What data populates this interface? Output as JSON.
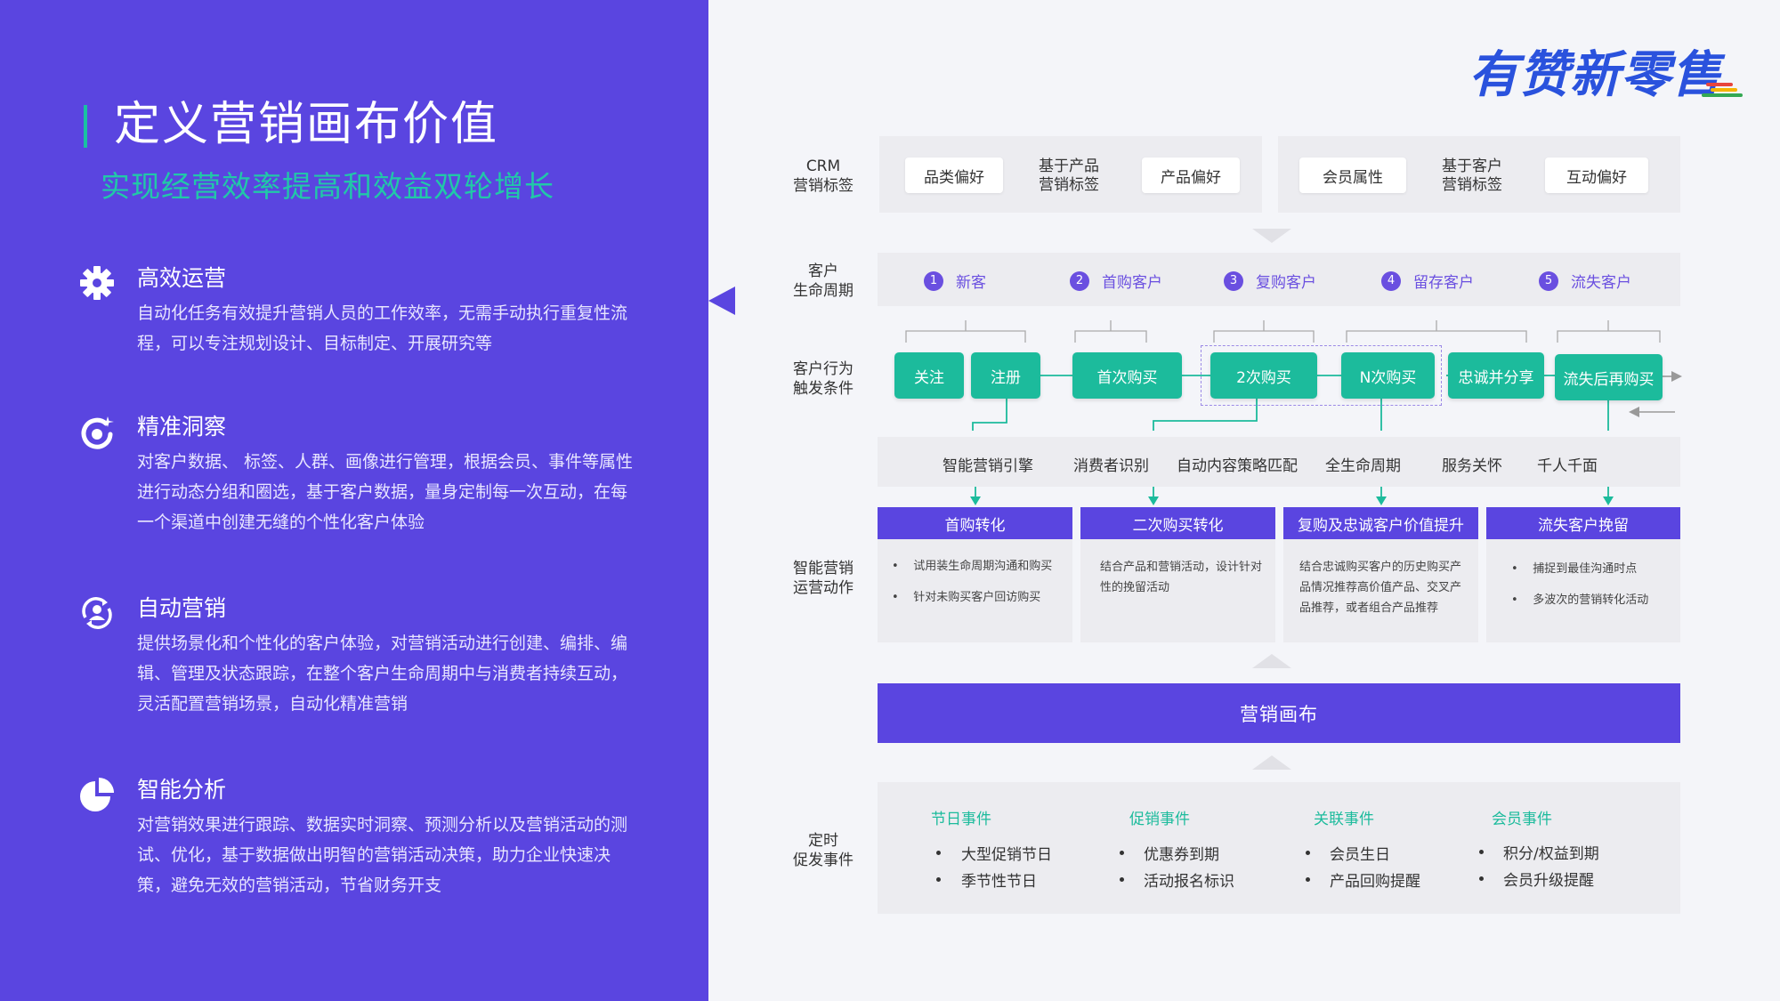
{
  "left": {
    "title": "定义营销画布价值",
    "subtitle": "实现经营效率提高和效益双轮增长",
    "features": [
      {
        "icon": "gear-icon",
        "name": "高效运营",
        "desc": "自动化任务有效提升营销人员的工作效率，无需手动执行重复性流程，可以专注规划设计、目标制定、开展研究等"
      },
      {
        "icon": "insight-icon",
        "name": "精准洞察",
        "desc": "对客户数据、 标签、人群、画像进行管理，根据会员、事件等属性进行动态分组和圈选，基于客户数据，量身定制每一次互动，在每一个渠道中创建无缝的个性化客户体验"
      },
      {
        "icon": "user-cycle-icon",
        "name": "自动营销",
        "desc": "提供场景化和个性化的客户体验，对营销活动进行创建、编排、编辑、管理及状态跟踪，在整个客户生命周期中与消费者持续互动，灵活配置营销场景，自动化精准营销"
      },
      {
        "icon": "pie-chart-icon",
        "name": "智能分析",
        "desc": "对营销效果进行跟踪、数据实时洞察、预测分析以及营销活动的测试、优化，基于数据做出明智的营销活动决策，助力企业快速决策，避免无效的营销活动，节省财务开支"
      }
    ]
  },
  "logo": {
    "text": "有赞新零售",
    "colors": [
      "#e8453c",
      "#f5b400",
      "#2a52dd",
      "#34a853"
    ]
  },
  "diagram": {
    "row_labels": {
      "crm": [
        "CRM",
        "营销标签"
      ],
      "lifecycle": [
        "客户",
        "生命周期"
      ],
      "behavior": [
        "客户行为",
        "触发条件"
      ],
      "ops": [
        "智能营销",
        "运营动作"
      ],
      "events": [
        "定时",
        "促发事件"
      ]
    },
    "crm": {
      "pill1": "品类偏好",
      "mid1": [
        "基于产品",
        "营销标签"
      ],
      "pill2": "产品偏好",
      "pill3": "会员属性",
      "mid2": [
        "基于客户",
        "营销标签"
      ],
      "pill4": "互动偏好"
    },
    "stages": [
      {
        "num": "1",
        "label": "新客"
      },
      {
        "num": "2",
        "label": "首购客户"
      },
      {
        "num": "3",
        "label": "复购客户"
      },
      {
        "num": "4",
        "label": "留存客户"
      },
      {
        "num": "5",
        "label": "流失客户"
      }
    ],
    "behaviors": [
      "关注",
      "注册",
      "首次购买",
      "2次购买",
      "N次购买",
      "忠诚并分享",
      "流失后再购买"
    ],
    "engines": [
      "智能营销引擎",
      "消费者识别",
      "自动内容策略匹配",
      "全生命周期",
      "服务关怀",
      "千人千面"
    ],
    "ops": [
      {
        "head": "首购转化",
        "bullets": [
          "试用装生命周期沟通和购买",
          "针对未购买客户回访购买"
        ]
      },
      {
        "head": "二次购买转化",
        "text": [
          "结合产品和营销活动，设计针对",
          "性的挽留活动"
        ]
      },
      {
        "head": "复购及忠诚客户价值提升",
        "text": [
          "结合忠诚购买客户的历史购买产",
          "品情况推荐高价值产品、交叉产",
          "品推荐，或者组合产品推荐"
        ]
      },
      {
        "head": "流失客户挽留",
        "bullets": [
          "捕捉到最佳沟通时点",
          "多波次的营销转化活动"
        ]
      }
    ],
    "canvas": "营销画布",
    "events": [
      {
        "title": "节日事件",
        "items": [
          "大型促销节日",
          "季节性节日"
        ]
      },
      {
        "title": "促销事件",
        "items": [
          "优惠券到期",
          "活动报名标识"
        ]
      },
      {
        "title": "关联事件",
        "items": [
          "会员生日",
          "产品回购提醒"
        ]
      },
      {
        "title": "会员事件",
        "items": [
          "积分/权益到期",
          "会员升级提醒"
        ]
      }
    ]
  }
}
